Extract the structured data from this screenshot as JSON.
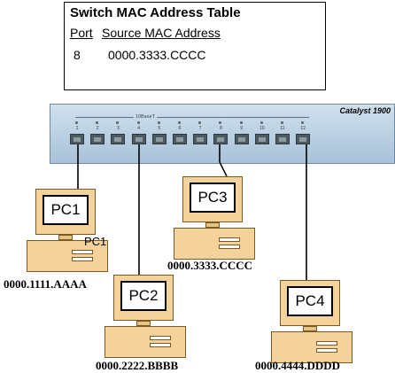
{
  "mac_table": {
    "title": "Switch MAC Address Table",
    "col_port": "Port",
    "col_source": "Source MAC Address",
    "rows": [
      {
        "port": "8",
        "mac": "0000.3333.CCCC"
      }
    ]
  },
  "switch": {
    "model": "Catalyst 1900",
    "label": "10BaseT",
    "ports": [
      "1",
      "2",
      "3",
      "4",
      "5",
      "6",
      "7",
      "8",
      "9",
      "10",
      "11",
      "12"
    ]
  },
  "pcs": [
    {
      "name": "PC1",
      "mac": "0000.1111.AAAA",
      "overlay": "PC1"
    },
    {
      "name": "PC2",
      "mac": "0000.2222.BBBB"
    },
    {
      "name": "PC3",
      "mac": "0000.3333.CCCC"
    },
    {
      "name": "PC4",
      "mac": "0000.4444.DDDD"
    }
  ]
}
